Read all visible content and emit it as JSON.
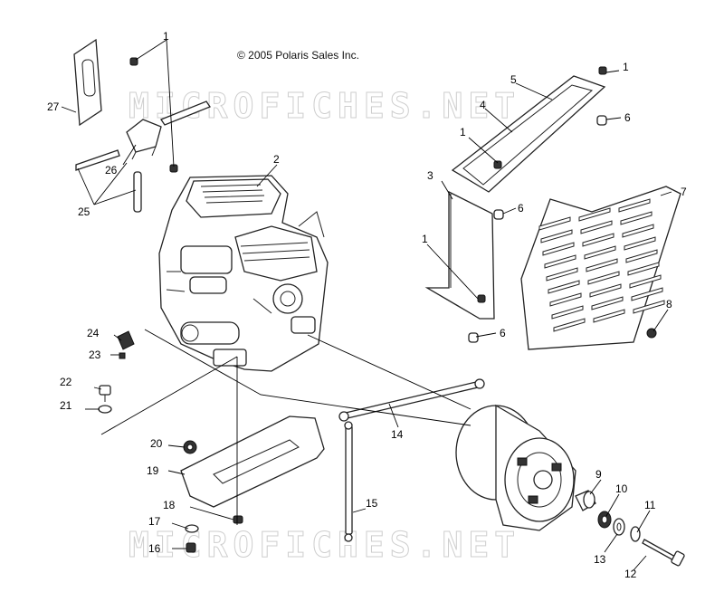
{
  "copyright": "© 2005 Polaris Sales Inc.",
  "watermark": "MICROFICHES.NET",
  "callouts": [
    {
      "id": "c1a",
      "text": "1"
    },
    {
      "id": "c1b",
      "text": "1"
    },
    {
      "id": "c1c",
      "text": "1"
    },
    {
      "id": "c1d",
      "text": "1"
    },
    {
      "id": "c2",
      "text": "2"
    },
    {
      "id": "c3",
      "text": "3"
    },
    {
      "id": "c4",
      "text": "4"
    },
    {
      "id": "c5",
      "text": "5"
    },
    {
      "id": "c6a",
      "text": "6"
    },
    {
      "id": "c6b",
      "text": "6"
    },
    {
      "id": "c6c",
      "text": "6"
    },
    {
      "id": "c7",
      "text": "7"
    },
    {
      "id": "c8",
      "text": "8"
    },
    {
      "id": "c9",
      "text": "9"
    },
    {
      "id": "c10",
      "text": "10"
    },
    {
      "id": "c11",
      "text": "11"
    },
    {
      "id": "c12",
      "text": "12"
    },
    {
      "id": "c13",
      "text": "13"
    },
    {
      "id": "c14",
      "text": "14"
    },
    {
      "id": "c15",
      "text": "15"
    },
    {
      "id": "c16",
      "text": "16"
    },
    {
      "id": "c17",
      "text": "17"
    },
    {
      "id": "c18",
      "text": "18"
    },
    {
      "id": "c19",
      "text": "19"
    },
    {
      "id": "c20",
      "text": "20"
    },
    {
      "id": "c21",
      "text": "21"
    },
    {
      "id": "c22",
      "text": "22"
    },
    {
      "id": "c23",
      "text": "23"
    },
    {
      "id": "c24",
      "text": "24"
    },
    {
      "id": "c25",
      "text": "25"
    },
    {
      "id": "c26",
      "text": "26"
    },
    {
      "id": "c27",
      "text": "27"
    }
  ]
}
